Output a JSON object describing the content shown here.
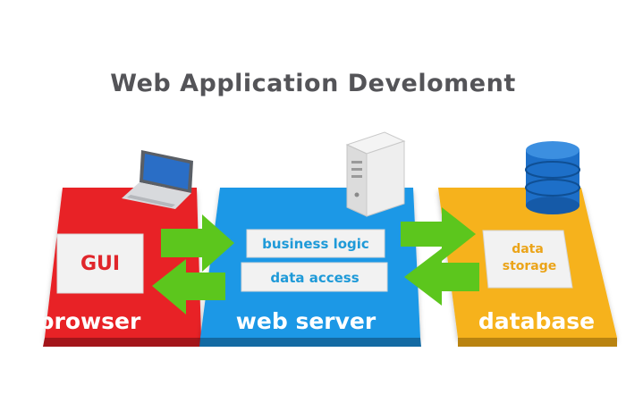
{
  "title": "Web Application Develoment",
  "colors": {
    "browser": "#e82228",
    "server": "#1e98e6",
    "database": "#f6b21b",
    "arrow": "#5cc61d",
    "label_text": "#ffffff",
    "box_text": "#1f9ad8",
    "gui_text": "#e0262b",
    "storage_text": "#eba419"
  },
  "tiers": {
    "browser": {
      "label": "browser",
      "box": "GUI",
      "icon": "laptop-icon"
    },
    "server": {
      "label": "web server",
      "boxes": [
        "business logic",
        "data access"
      ],
      "icon": "server-tower-icon"
    },
    "database": {
      "label": "database",
      "box_lines": [
        "data",
        "storage"
      ],
      "icon": "database-cylinder-icon"
    }
  }
}
